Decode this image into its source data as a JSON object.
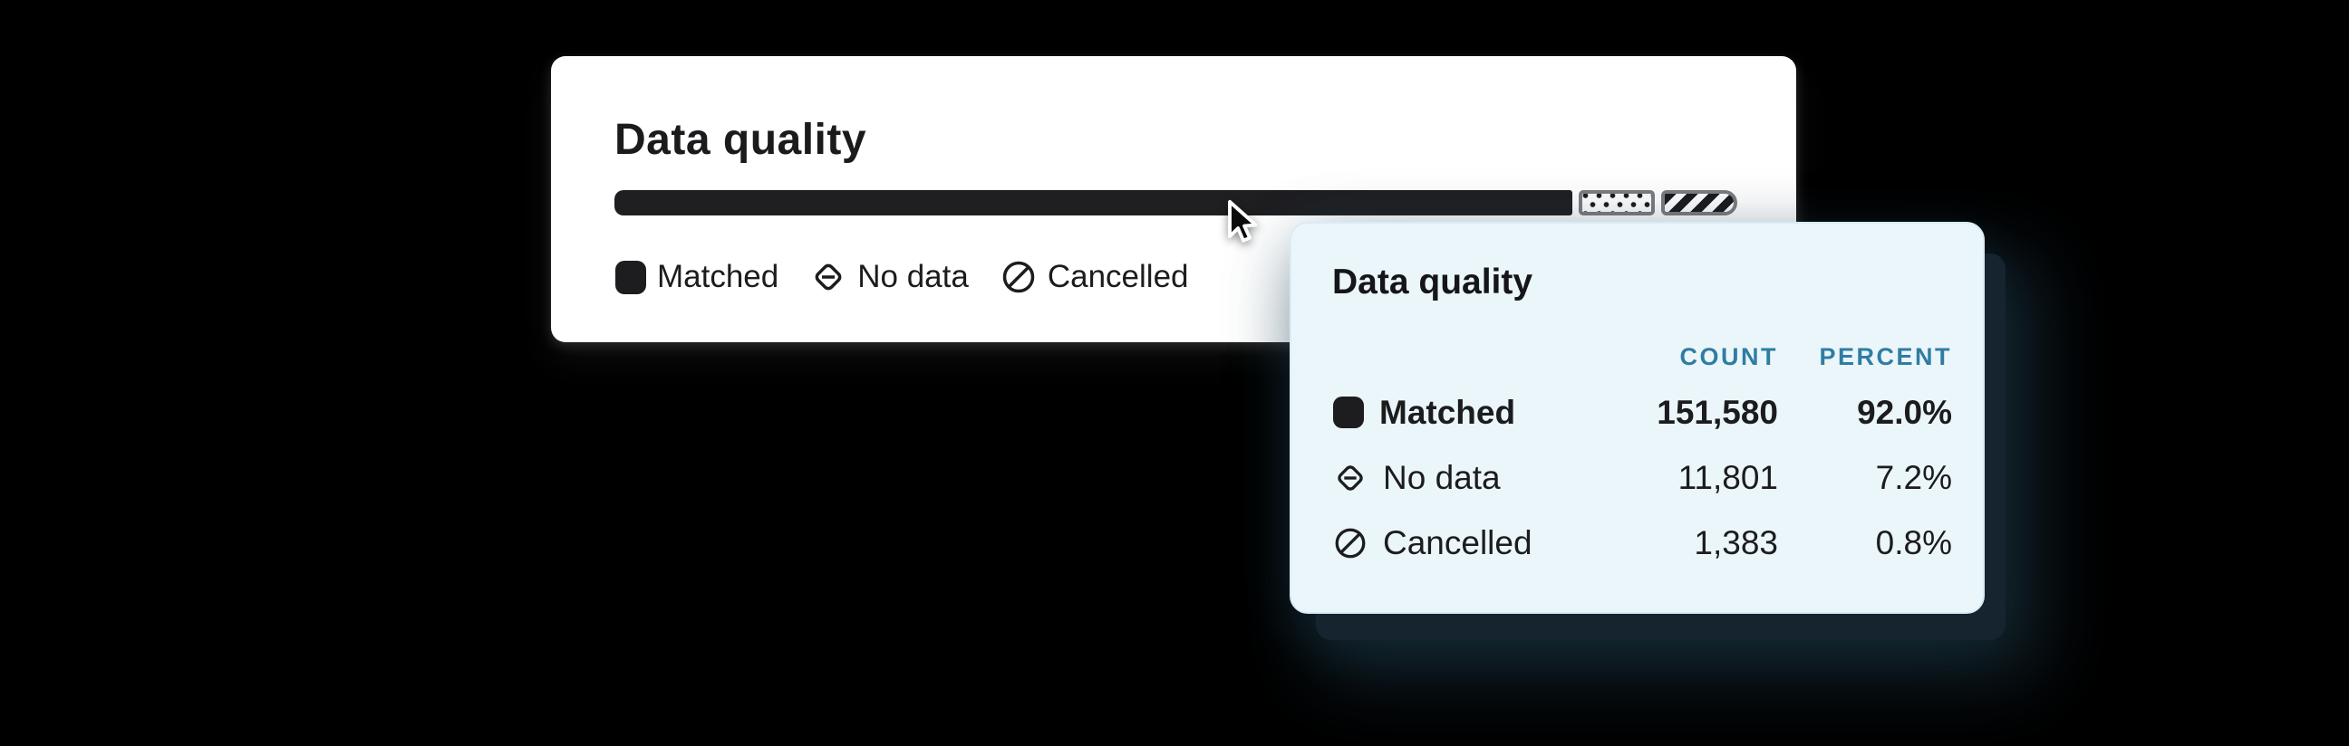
{
  "card": {
    "title": "Data quality",
    "legend": [
      {
        "label": "Matched",
        "icon": "square-filled-icon"
      },
      {
        "label": "No data",
        "icon": "diamond-minus-icon"
      },
      {
        "label": "Cancelled",
        "icon": "circle-slash-icon"
      }
    ]
  },
  "tooltip": {
    "title": "Data quality",
    "columns": {
      "count": "COUNT",
      "percent": "PERCENT"
    },
    "rows": [
      {
        "label": "Matched",
        "icon": "square-filled-icon",
        "count": "151,580",
        "percent": "92.0%",
        "emphasis": true
      },
      {
        "label": "No data",
        "icon": "diamond-minus-icon",
        "count": "11,801",
        "percent": "7.2%",
        "emphasis": false
      },
      {
        "label": "Cancelled",
        "icon": "circle-slash-icon",
        "count": "1,383",
        "percent": "0.8%",
        "emphasis": false
      }
    ]
  },
  "chart_data": {
    "type": "bar",
    "orientation": "horizontal",
    "stacked": true,
    "title": "Data quality",
    "categories": [
      "Matched",
      "No data",
      "Cancelled"
    ],
    "series": [
      {
        "name": "Count",
        "values": [
          151580,
          11801,
          1383
        ]
      },
      {
        "name": "Percent",
        "values": [
          92.0,
          7.2,
          0.8
        ]
      }
    ],
    "display_widths_pct": [
      85.3,
      6.78,
      6.78
    ],
    "legend_position": "bottom",
    "segment_styles": [
      "solid-black",
      "dotted-pattern",
      "diagonal-stripes"
    ]
  },
  "colors": {
    "background": "#000000",
    "card_bg": "#ffffff",
    "bar_black": "#1f1f22",
    "pattern_border_gray": "#7c7c80",
    "tooltip_bg": "#ebf6fb",
    "tooltip_border": "#d8ecf6",
    "header_teal": "#2f7da3",
    "text_dark": "#1c1c1f"
  }
}
